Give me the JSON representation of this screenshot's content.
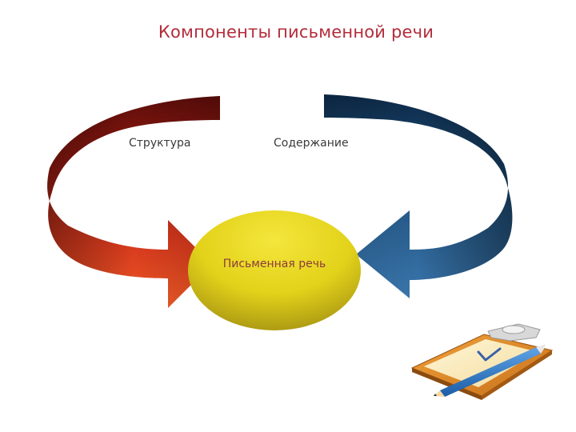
{
  "title": "Компоненты письменной речи",
  "nodes": {
    "structure": "Структура",
    "content": "Содержание",
    "center": "Письменная речь"
  },
  "colors": {
    "title": "#b32c3a",
    "left_arrow": "#c8281a",
    "right_arrow": "#1f4f7c",
    "center_ellipse": "#e6d51c"
  },
  "icons": {
    "clipboard": "clipboard-with-pencil-icon"
  }
}
